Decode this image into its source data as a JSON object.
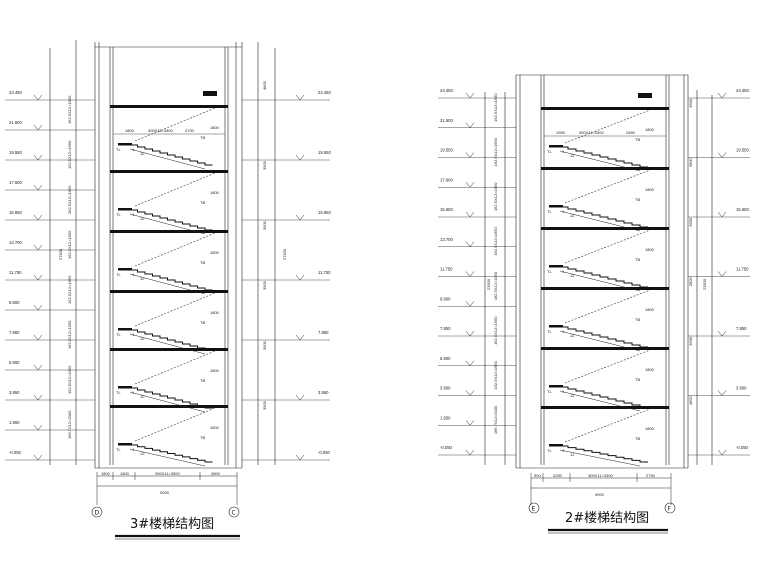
{
  "drawings": [
    {
      "id": "stair3",
      "title": "3#楼梯结构图",
      "axes": [
        "D",
        "C"
      ],
      "levels_left": [
        "23.450",
        "21.500",
        "19.550",
        "17.600",
        "15.650",
        "13.700",
        "11.750",
        "9.800",
        "7.850",
        "5.900",
        "3.950",
        "1.950",
        "-0.050"
      ],
      "levels_right": [
        "23.450",
        "19.550",
        "15.650",
        "11.750",
        "7.850",
        "3.950",
        "-0.050"
      ],
      "bottom_dims": [
        "1800",
        "1800",
        "300X11=3300",
        "2800"
      ],
      "bottom_total": "9000",
      "top_dims": [
        "1800",
        "300X11=3300",
        "2700"
      ],
      "right_dims": [
        "4800",
        "3900",
        "3900",
        "3900",
        "3900",
        "3900",
        "4000"
      ],
      "right_total": "27500",
      "left_total": "27500",
      "plate_label": "1800",
      "step_label": "TL",
      "stair_labels": [
        "12",
        "1",
        "TB"
      ],
      "flight_texts": [
        "162.5X12=1950",
        "162.5X12=1950",
        "162.5X12=1950",
        "162.5X12=1950",
        "162.5X12=1950",
        "162.5X12=1950",
        "162.5X12=1950",
        "166.7X12=2000"
      ]
    },
    {
      "id": "stair2",
      "title": "2#楼梯结构图",
      "axes": [
        "E",
        "F"
      ],
      "levels_left": [
        "23.450",
        "21.500",
        "19.550",
        "17.600",
        "15.650",
        "13.700",
        "11.750",
        "9.800",
        "7.850",
        "5.900",
        "3.950",
        "1.950",
        "-0.050"
      ],
      "levels_right": [
        "23.450",
        "19.550",
        "15.650",
        "11.750",
        "7.850",
        "3.950",
        "-0.050"
      ],
      "bottom_dims": [
        "900",
        "2250",
        "300X11=3300",
        "2750"
      ],
      "bottom_total": "9000",
      "top_dims": [
        "1950",
        "300X11=3300",
        "2650"
      ],
      "right_dims": [
        "3900",
        "3900",
        "3900",
        "3900",
        "3900",
        "4000"
      ],
      "right_total": "23500",
      "left_total": "23500",
      "plate_label": "1800",
      "step_label": "TL",
      "stair_labels": [
        "12",
        "1",
        "TB"
      ],
      "flight_texts": [
        "162.5X12=1950",
        "162.5X12=1950",
        "162.5X12=1950",
        "162.5X12=1950",
        "162.5X12=1950",
        "162.5X12=1950",
        "162.5X12=1950",
        "166.7X12=2000"
      ]
    }
  ],
  "colors": {
    "line": "#222222",
    "thick": "#111111",
    "bg": "#ffffff"
  }
}
